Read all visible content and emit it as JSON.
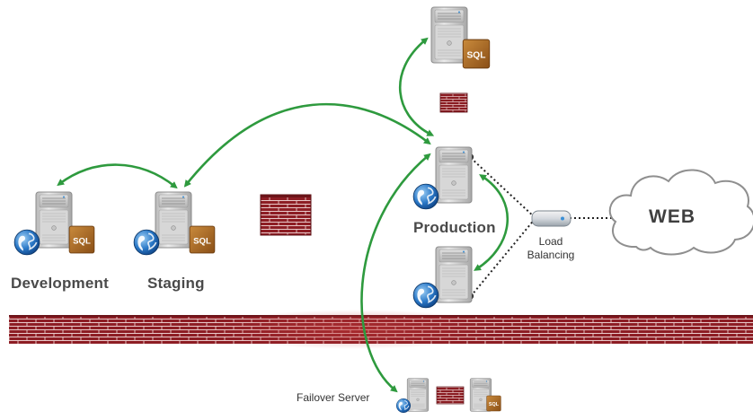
{
  "labels": {
    "development": "Development",
    "staging": "Staging",
    "production": "Production",
    "load_balancing": [
      "Load",
      "Balancing"
    ],
    "web": "WEB",
    "failover": "Failover Server",
    "sql": "SQL"
  },
  "colors": {
    "arrow": "#2e9a3e",
    "brick": "#8d1d24",
    "mortar": "#f0d9d9",
    "server": "#cfcfcf",
    "sql_box": "#a8631e"
  }
}
